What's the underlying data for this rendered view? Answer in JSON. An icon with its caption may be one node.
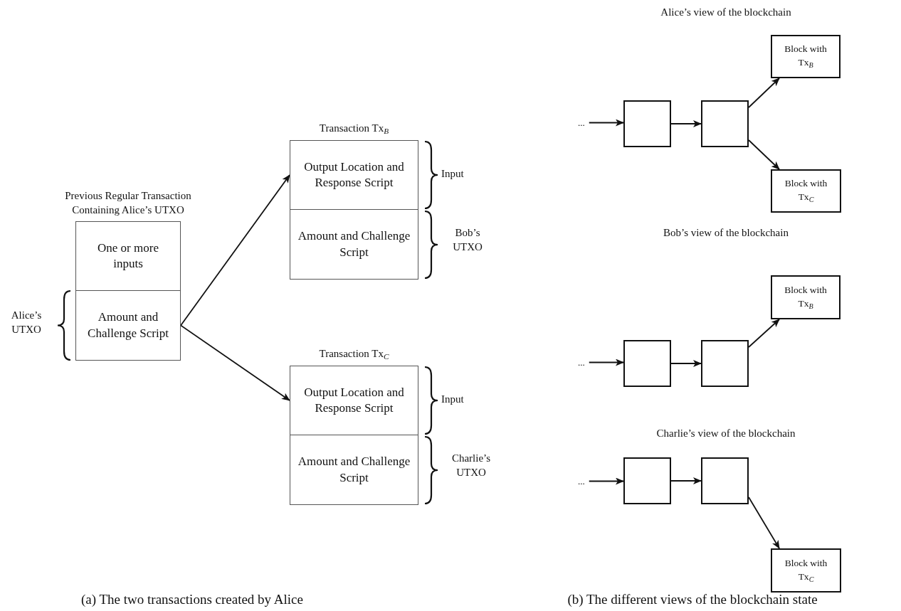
{
  "diagram": {
    "nodes": [
      {
        "text": [
          "Previous Regular Transaction Containing Alice’s UTXO"
        ]
      },
      {
        "text": [
          "One or more inputs"
        ],
        "in": 0
      },
      {
        "text": [
          "Amount and Challenge Script"
        ],
        "in": 0
      },
      {
        "text": [
          "Transaction Tx$_{B}$"
        ]
      },
      {
        "text": [
          "Output Location and Response Script"
        ],
        "in": 3
      },
      {
        "text": [
          "Amount and Challenge Script"
        ],
        "in": 3
      },
      {
        "text": [
          "Transaction Tx$_{C}$"
        ]
      },
      {
        "text": [
          "Output Location and Response Script"
        ],
        "in": 6
      },
      {
        "text": [
          "Amount and Challenge Script"
        ],
        "in": 6
      },
      {
        "text": [
          "..."
        ]
      },
      {
        "text": [],
        "shape": "box"
      },
      {
        "text": [],
        "shape": "box"
      },
      {
        "text": [
          "Block with Tx$_{B}$"
        ]
      },
      {
        "text": [
          "Block with Tx$_{C}$"
        ]
      },
      {
        "text": [
          "..."
        ]
      },
      {
        "text": [],
        "shape": "box"
      },
      {
        "text": [],
        "shape": "box"
      },
      {
        "text": [
          "Block with Tx$_{B}$"
        ]
      },
      {
        "text": [
          "..."
        ]
      },
      {
        "text": [],
        "shape": "box"
      },
      {
        "text": [],
        "shape": "box"
      },
      {
        "text": [
          "Block with Tx$_{C}$"
        ]
      }
    ],
    "edges": [
      {
        "from": 2,
        "to": 4,
        "arrow": "to"
      },
      {
        "from": 2,
        "to": 7,
        "arrow": "to"
      },
      {
        "from": 9,
        "to": 10,
        "arrow": "to"
      },
      {
        "from": 10,
        "to": 11,
        "arrow": "to"
      },
      {
        "from": 11,
        "to": 12,
        "arrow": "to"
      },
      {
        "from": 11,
        "to": 13,
        "arrow": "to"
      },
      {
        "from": 14,
        "to": 15,
        "arrow": "to"
      },
      {
        "from": 15,
        "to": 16,
        "arrow": "to"
      },
      {
        "from": 16,
        "to": 17,
        "arrow": "to"
      },
      {
        "from": 18,
        "to": 19,
        "arrow": "to"
      },
      {
        "from": 19,
        "to": 20,
        "arrow": "to"
      },
      {
        "from": 20,
        "to": 21,
        "arrow": "to"
      }
    ],
    "labels": [
      "Alice’s UTXO",
      "Input",
      "Bob’s UTXO",
      "Input",
      "Charlie’s UTXO",
      "Alice’s view of the blockchain",
      "Bob’s view of the blockchain",
      "Charlie’s view of the blockchain",
      "(a) The two transactions created by Alice",
      "(b) The different views of the blockchain state"
    ]
  }
}
